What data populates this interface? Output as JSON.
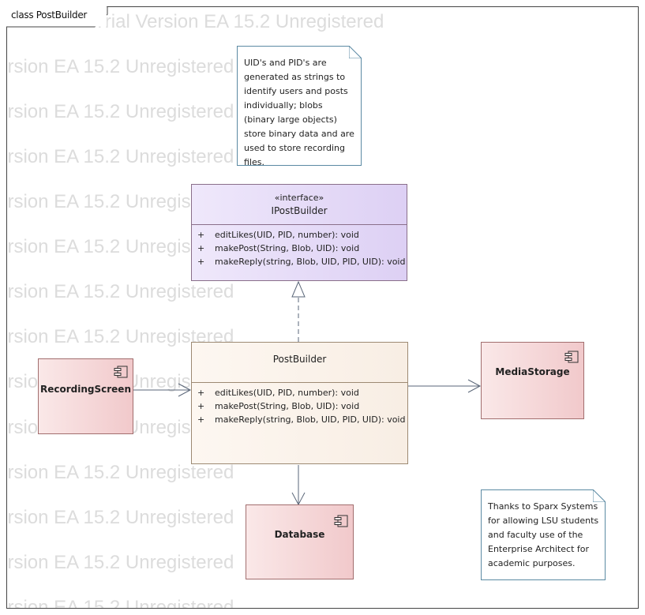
{
  "frame": {
    "title": "class PostBuilder"
  },
  "watermark": {
    "text": "Trial Version EA 15.2 Unregistered "
  },
  "notes": [
    {
      "text": "UID's and PID's are generated as strings to identify users and posts individually; blobs (binary large objects) store binary data and are used to store recording files."
    },
    {
      "text": "Thanks to Sparx Systems for allowing LSU students and faculty use of the Enterprise Architect for academic purposes."
    }
  ],
  "interface": {
    "stereotype": "«interface»",
    "name": "IPostBuilder",
    "operations": [
      {
        "visibility": "+",
        "signature": "editLikes(UID, PID, number): void"
      },
      {
        "visibility": "+",
        "signature": "makePost(String, Blob, UID): void"
      },
      {
        "visibility": "+",
        "signature": "makeReply(string, Blob, UID, PID, UID): void"
      }
    ]
  },
  "class": {
    "name": "PostBuilder",
    "operations": [
      {
        "visibility": "+",
        "signature": "editLikes(UID, PID, number): void"
      },
      {
        "visibility": "+",
        "signature": "makePost(String, Blob, UID): void"
      },
      {
        "visibility": "+",
        "signature": "makeReply(string, Blob, UID, PID, UID): void"
      }
    ]
  },
  "components": {
    "recording_screen": "RecordingScreen",
    "media_storage": "MediaStorage",
    "database": "Database"
  },
  "colors": {
    "interface_fill": "#ddd0f4",
    "class_fill": "#f8eee4",
    "component_fill": "#f1c9cb",
    "note_border": "#5b8aa3",
    "connector": "#5a6678"
  }
}
